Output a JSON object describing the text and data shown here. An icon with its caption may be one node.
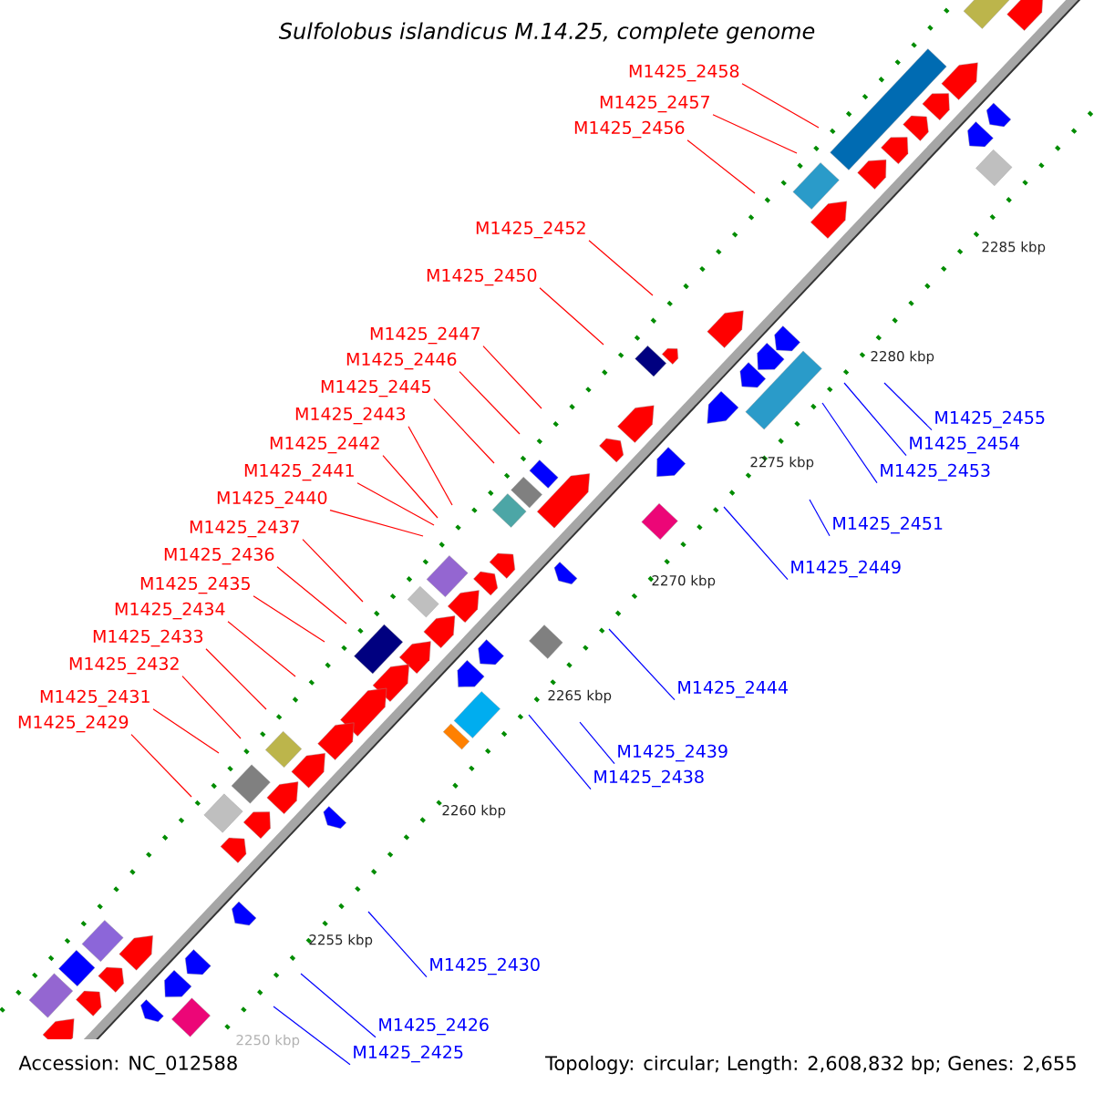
{
  "diagram": {
    "title": "Sulfolobus islandicus M.14.25, complete genome",
    "nodes": [
      {
        "text": [
          "M1425_2458"
        ]
      },
      {
        "text": [
          "M1425_2457"
        ]
      },
      {
        "text": [
          "M1425_2456"
        ]
      },
      {
        "text": [
          "M1425_2452"
        ]
      },
      {
        "text": [
          "M1425_2450"
        ]
      },
      {
        "text": [
          "M1425_2447"
        ]
      },
      {
        "text": [
          "M1425_2446"
        ]
      },
      {
        "text": [
          "M1425_2445"
        ]
      },
      {
        "text": [
          "M1425_2443"
        ]
      },
      {
        "text": [
          "M1425_2455"
        ]
      },
      {
        "text": [
          "M1425_2454"
        ]
      },
      {
        "text": [
          "M1425_2442"
        ]
      },
      {
        "text": [
          "M1425_2453"
        ]
      },
      {
        "text": [
          "M1425_2441"
        ]
      },
      {
        "text": [
          "M1425_2440"
        ]
      },
      {
        "text": [
          "M1425_2451"
        ]
      },
      {
        "text": [
          "M1425_2437"
        ]
      },
      {
        "text": [
          "M1425_2436"
        ]
      },
      {
        "text": [
          "M1425_2449"
        ]
      },
      {
        "text": [
          "M1425_2435"
        ]
      },
      {
        "text": [
          "M1425_2434"
        ]
      },
      {
        "text": [
          "M1425_2433"
        ]
      },
      {
        "text": [
          "M1425_2432"
        ]
      },
      {
        "text": [
          "M1425_2444"
        ]
      },
      {
        "text": [
          "M1425_2431"
        ]
      },
      {
        "text": [
          "M1425_2429"
        ]
      },
      {
        "text": [
          "M1425_2439"
        ]
      },
      {
        "text": [
          "M1425_2438"
        ]
      },
      {
        "text": [
          "M1425_2430"
        ]
      },
      {
        "text": [
          "M1425_2426"
        ]
      },
      {
        "text": [
          "M1425_2425"
        ]
      }
    ],
    "edges": [
      {
        "from": 0,
        "to": null,
        "arrow": "none"
      },
      {
        "from": 1,
        "to": null,
        "arrow": "none"
      },
      {
        "from": 2,
        "to": null,
        "arrow": "none"
      },
      {
        "from": 3,
        "to": null,
        "arrow": "none"
      },
      {
        "from": 4,
        "to": null,
        "arrow": "none"
      },
      {
        "from": 5,
        "to": null,
        "arrow": "none"
      },
      {
        "from": 6,
        "to": null,
        "arrow": "none"
      },
      {
        "from": 7,
        "to": null,
        "arrow": "none"
      },
      {
        "from": 8,
        "to": null,
        "arrow": "none"
      },
      {
        "from": 9,
        "to": null,
        "arrow": "none",
        "color": "#0000ff"
      },
      {
        "from": 10,
        "to": null,
        "arrow": "none",
        "color": "#0000ff"
      },
      {
        "from": 11,
        "to": null,
        "arrow": "none"
      },
      {
        "from": 12,
        "to": null,
        "arrow": "none",
        "color": "#0000ff"
      },
      {
        "from": 13,
        "to": null,
        "arrow": "none"
      },
      {
        "from": 14,
        "to": null,
        "arrow": "none"
      },
      {
        "from": 15,
        "to": null,
        "arrow": "none",
        "color": "#0000ff"
      },
      {
        "from": 16,
        "to": null,
        "arrow": "none"
      },
      {
        "from": 17,
        "to": null,
        "arrow": "none"
      },
      {
        "from": 18,
        "to": null,
        "arrow": "none",
        "color": "#0000ff"
      },
      {
        "from": 19,
        "to": null,
        "arrow": "none"
      },
      {
        "from": 20,
        "to": null,
        "arrow": "none"
      },
      {
        "from": 21,
        "to": null,
        "arrow": "none"
      },
      {
        "from": 22,
        "to": null,
        "arrow": "none"
      },
      {
        "from": 23,
        "to": null,
        "arrow": "none",
        "color": "#0000ff"
      },
      {
        "from": 24,
        "to": null,
        "arrow": "none"
      },
      {
        "from": 25,
        "to": null,
        "arrow": "none"
      },
      {
        "from": 26,
        "to": null,
        "arrow": "none",
        "color": "#0000ff"
      },
      {
        "from": 27,
        "to": null,
        "arrow": "none",
        "color": "#0000ff"
      },
      {
        "from": 28,
        "to": null,
        "arrow": "none",
        "color": "#0000ff"
      },
      {
        "from": 29,
        "to": null,
        "arrow": "none",
        "color": "#0000ff"
      },
      {
        "from": 30,
        "to": null,
        "arrow": "none",
        "color": "#0000ff"
      }
    ],
    "labels": [
      "2285 kbp",
      "2280 kbp",
      "2275 kbp",
      "2270 kbp",
      "2265 kbp",
      "2260 kbp",
      "2255 kbp",
      "2250 kbp",
      "Accession: NC_012588",
      "Topology: circular; Length: 2,608,832 bp; Genes: 2,655"
    ]
  }
}
